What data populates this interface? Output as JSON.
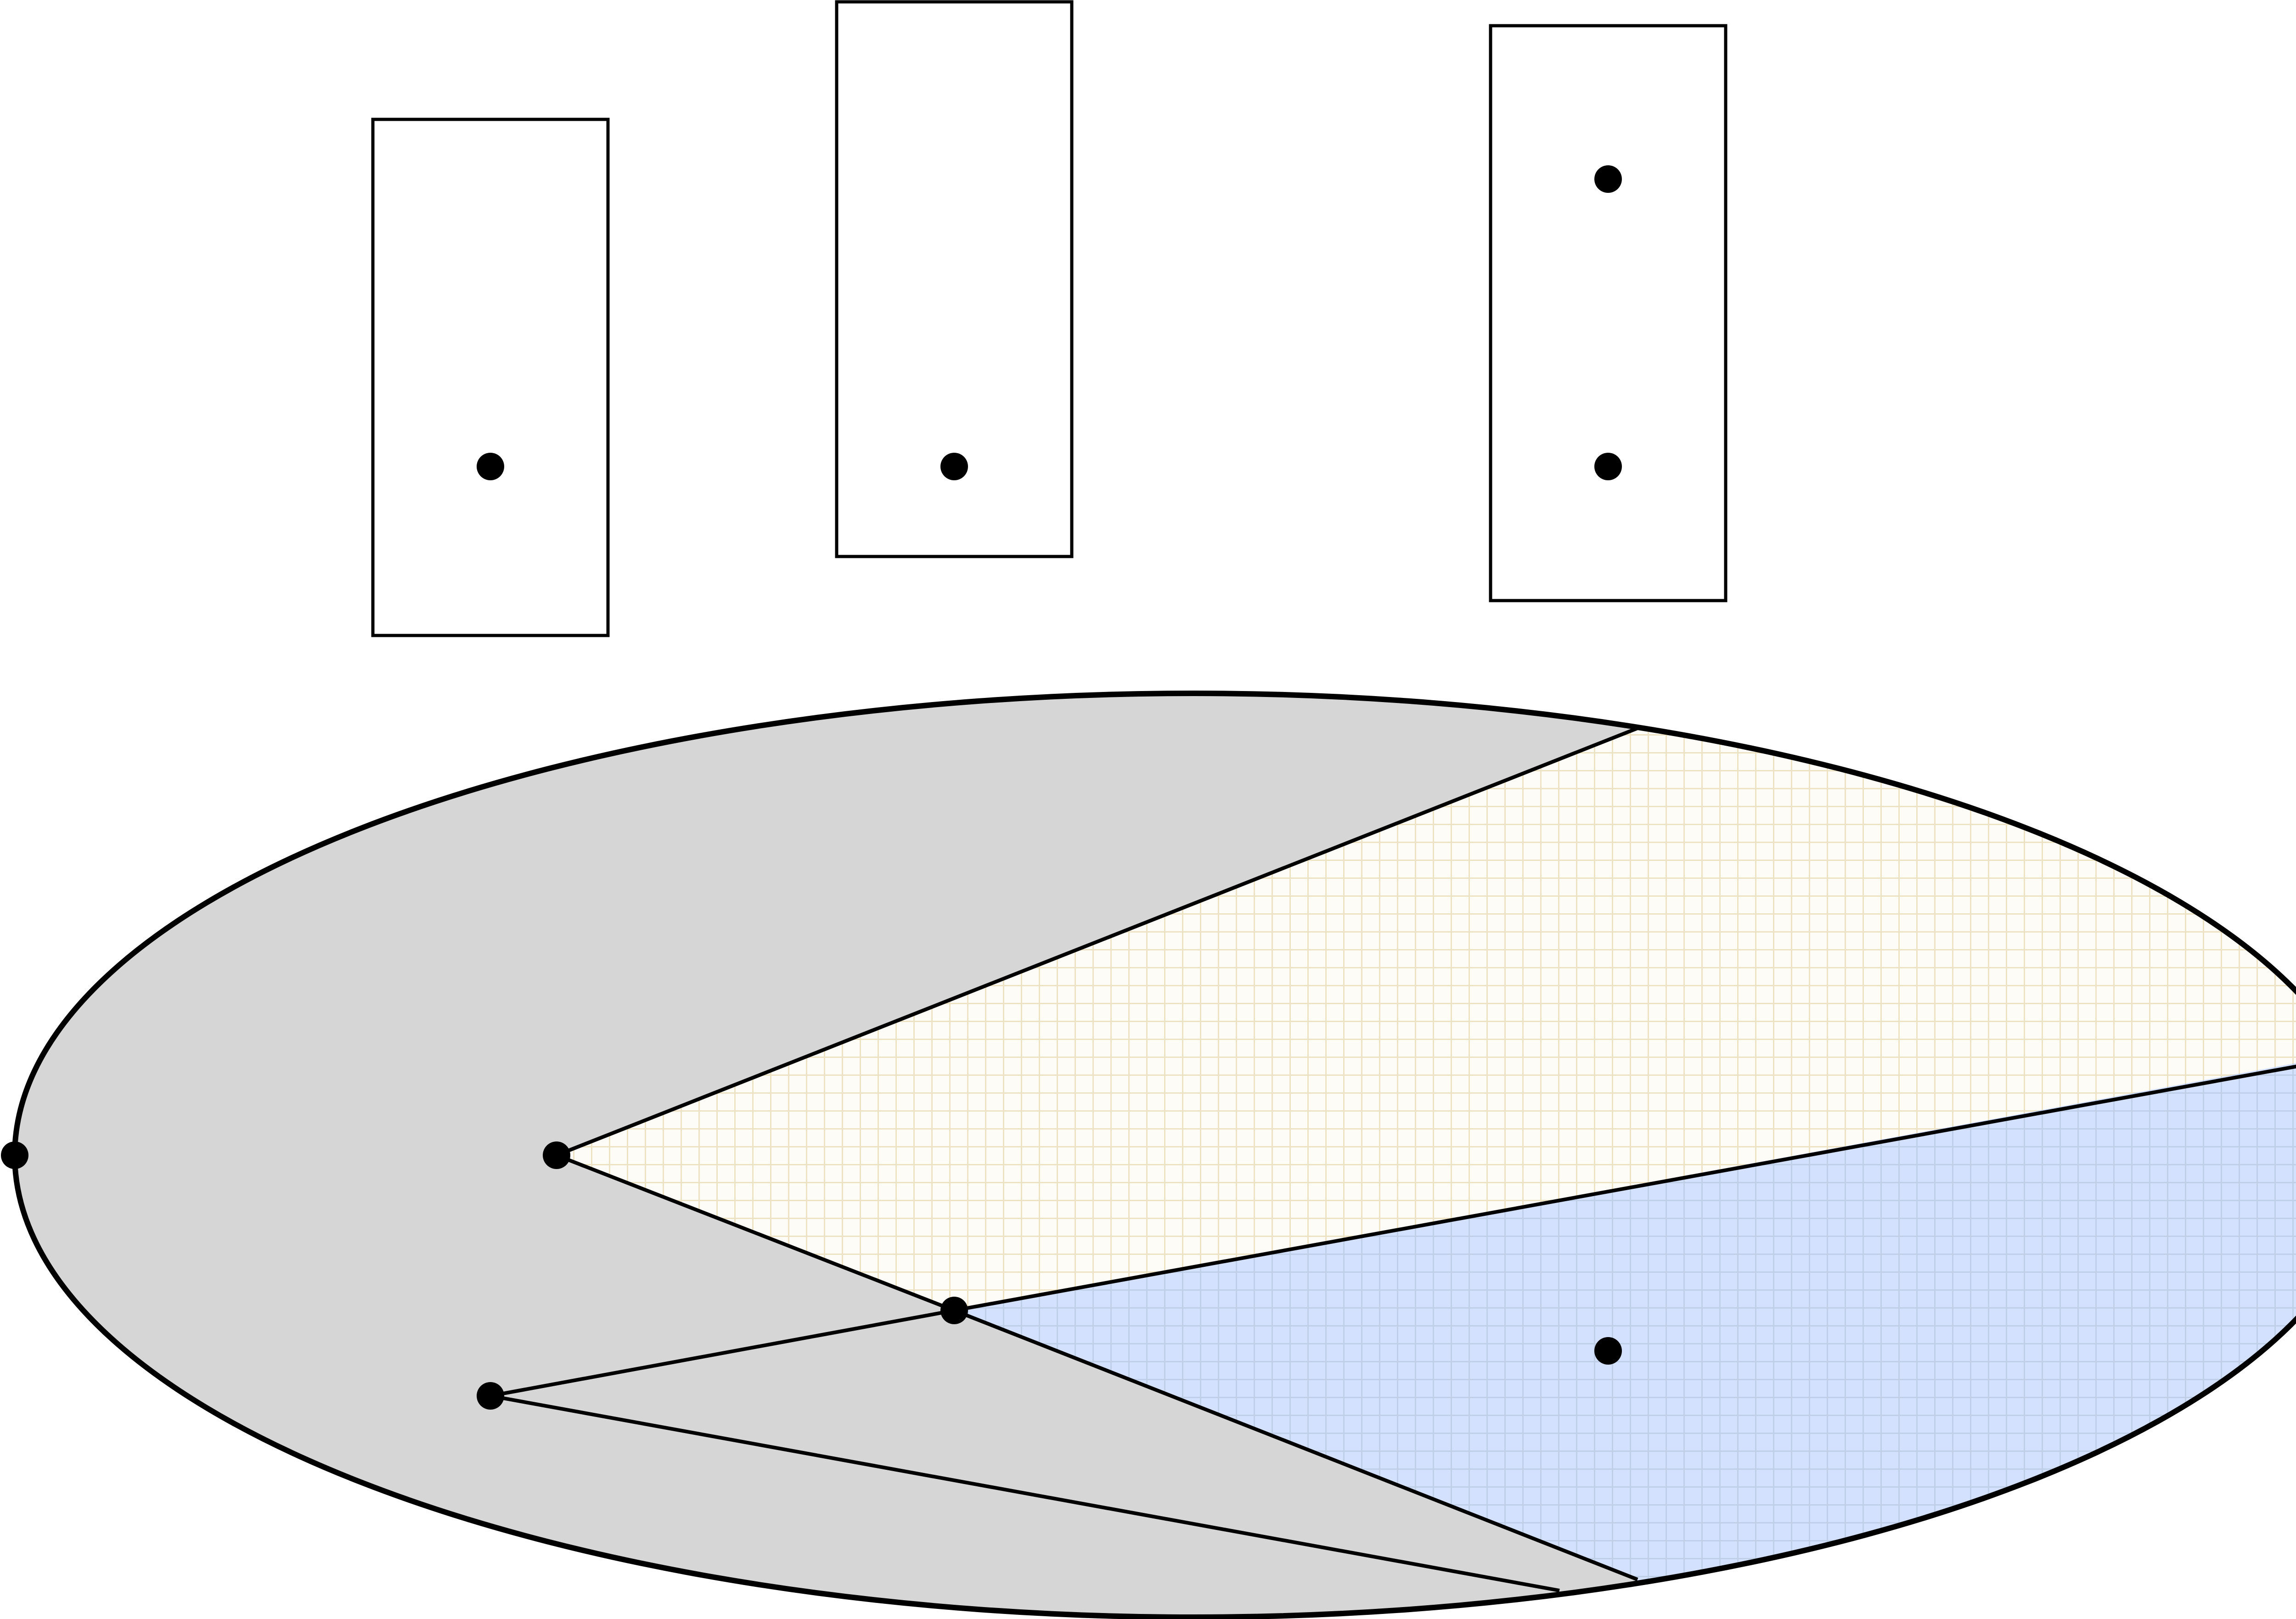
{
  "colors": {
    "background": "#ffffff",
    "stroke": "#000000",
    "outer_region": "#d6d6d6",
    "hatched_region_yellow": "#fdfcf6",
    "hatched_region_yellow_grid": "#ede3c4",
    "hatched_region_blue": "#d3e0fe",
    "hatched_region_blue_grid": "#bfcfe8",
    "point": "#000000"
  },
  "elements": {
    "boxes": [
      {
        "name": "box-left",
        "points": 1
      },
      {
        "name": "box-middle",
        "points": 1
      },
      {
        "name": "box-right",
        "points": 2
      }
    ],
    "ellipse": {
      "regions": [
        "gray-region",
        "yellow-hatched-region",
        "blue-hatched-region"
      ],
      "points": 5
    }
  }
}
